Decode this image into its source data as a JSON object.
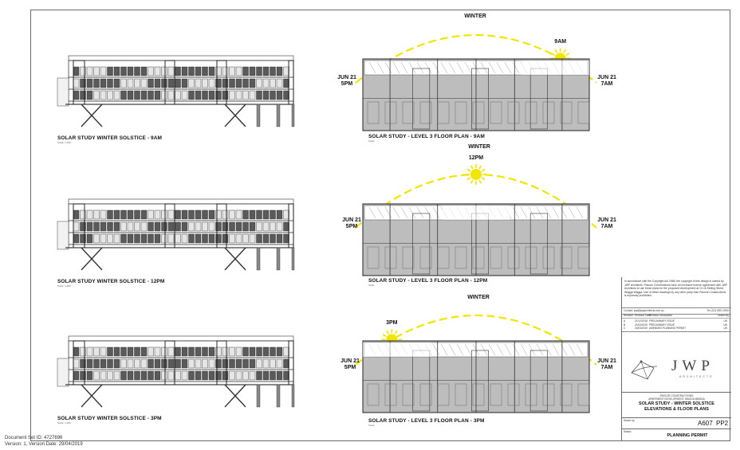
{
  "elevations": [
    {
      "caption": "SOLAR STUDY WINTER SOLSTICE - 9AM",
      "scale": "Scale: 1:300"
    },
    {
      "caption": "SOLAR STUDY WINTER SOLSTICE - 12PM",
      "scale": "Scale: 1:300"
    },
    {
      "caption": "SOLAR STUDY WINTER SOLSTICE - 3PM",
      "scale": "Scale: 1:300"
    }
  ],
  "plans": [
    {
      "caption": "SOLAR STUDY - LEVEL 3 FLOOR PLAN - 9AM",
      "season": "WINTER",
      "time": "9AM",
      "left_label": [
        "JUN 21",
        "5PM"
      ],
      "right_label": [
        "JUN 21",
        "7AM"
      ],
      "scale": "Scale"
    },
    {
      "caption": "SOLAR STUDY - LEVEL 3 FLOOR PLAN - 12PM",
      "season": "WINTER",
      "time": "12PM",
      "left_label": [
        "JUN 21",
        "5PM"
      ],
      "right_label": [
        "JUN 21",
        "7AM"
      ],
      "scale": "Scale"
    },
    {
      "caption": "SOLAR STUDY - LEVEL 3 FLOOR PLAN - 3PM",
      "season": "WINTER",
      "time": "3PM",
      "left_label": [
        "JUN 21",
        "5PM"
      ],
      "right_label": [
        "JUN 21",
        "7AM"
      ],
      "scale": "Scale"
    }
  ],
  "sun_positions": [
    0.85,
    0.5,
    0.15
  ],
  "copyright_note": "In accordance with the Copyright Act 1968, the copyright of this design is owned by JWP Architects. Pascoe Constructions have an exclusive licence agreement with JWP Architects to use these plans for the proposed development at 10-16 Stirling Street, Wagga Wagga. Use of these drawings by any other party than Pascoe Constructions is expressly prohibited.",
  "contact_line": "Contact: jwp@jwparchitects.com.au",
  "contact_right": "Tel: (02) 6921 0000",
  "revision_headers": [
    "Revision",
    "Revision Date",
    "Revision Description",
    "Drawn By"
  ],
  "revisions": [
    [
      "A",
      "21/12/2018",
      "PRELIMINARY ISSUE",
      "LW"
    ],
    [
      "B",
      "21/03/2019",
      "PRELIMINARY ISSUE",
      "LW"
    ],
    [
      "C",
      "24/04/2019",
      "AMENDED PLANNING PERMIT",
      "LW"
    ]
  ],
  "logo": {
    "name": "JWP",
    "sub": "ARCHITECTS"
  },
  "title_block": {
    "client": "PASCOE CONSTRUCTIONS",
    "project": "APARTMENT DEVELOPMENT, WAGGA WAGGA",
    "title_line1": "SOLAR STUDY - WINTER SOLSTICE",
    "title_line2": "ELEVATIONS & FLOOR PLANS",
    "drawn_by_label": "Drawn by:",
    "drawing_no": "A607",
    "revision": "PP2",
    "status_label": "Status:",
    "status": "PLANNING PERMIT"
  },
  "footer": {
    "line1": "Document Set ID: 4727696",
    "line2": "Version: 1, Version Date: 29/04/2019"
  },
  "colors": {
    "sun": "#f2e600",
    "arc": "#f2e600",
    "plan_fill": "#bdbdbd",
    "line": "#333333"
  }
}
